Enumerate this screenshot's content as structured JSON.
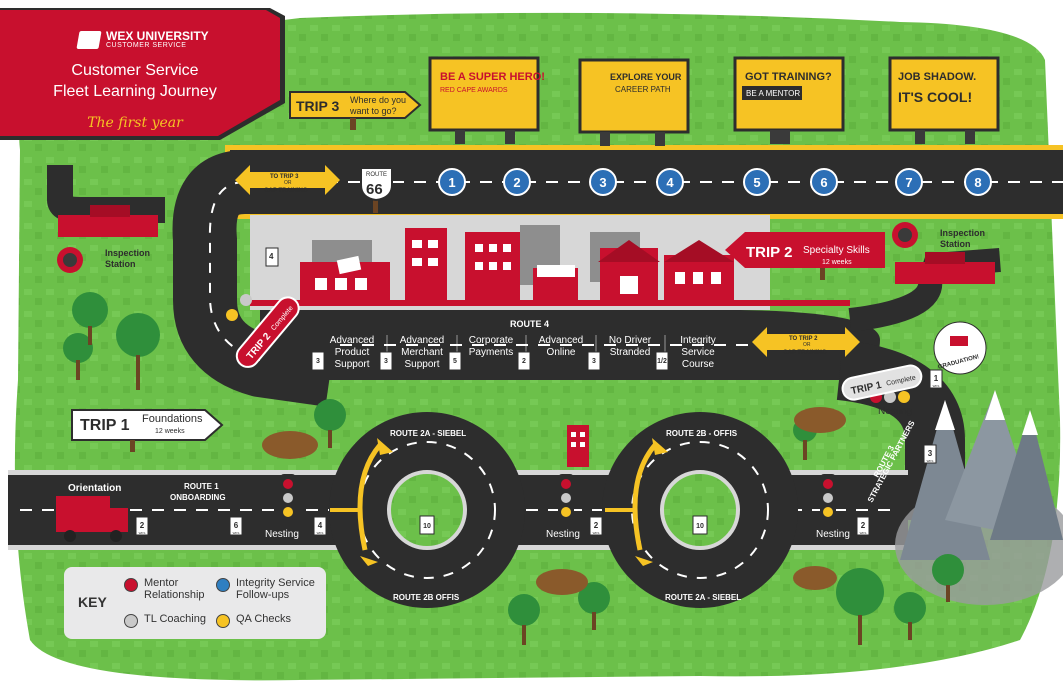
{
  "banner": {
    "brand": "WEX UNIVERSITY",
    "brand_sub": "CUSTOMER SERVICE",
    "title_line1": "Customer Service",
    "title_line2": "Fleet Learning Journey",
    "subtitle": "The first year"
  },
  "trip3_sign": {
    "trip": "TRIP 3",
    "text_line1": "Where do you",
    "text_line2": "want to go?"
  },
  "billboards": [
    {
      "line1": "BE A SUPER HERO!",
      "line2": "RED CAPE AWARDS"
    },
    {
      "line1": "EXPLORE YOUR",
      "line2": "CAREER PATH"
    },
    {
      "line1": "GOT TRAINING?",
      "line2": "BE A MENTOR"
    },
    {
      "line1": "JOB SHADOW.",
      "line2": "IT'S COOL!"
    }
  ],
  "top_road": {
    "to_trip3_line1": "TO TRIP 3",
    "to_trip3_or": "OR",
    "to_trip3_line2": "GAP TRAINING",
    "route_sign_top": "ROUTE",
    "route_sign_num": "66",
    "stops": [
      "1",
      "2",
      "3",
      "4",
      "5",
      "6",
      "7",
      "8"
    ]
  },
  "inspection_left": {
    "line1": "Inspection",
    "line2": "Station"
  },
  "inspection_right": {
    "line1": "Inspection",
    "line2": "Station"
  },
  "trip2_sign": {
    "trip": "TRIP 2",
    "text": "Specialty Skills",
    "sub": "12 weeks"
  },
  "trip2_complete": {
    "trip": "TRIP 2",
    "word": "Complete"
  },
  "route4": {
    "label": "ROUTE 4",
    "courses": [
      {
        "line1": "Advanced",
        "line2": "Product",
        "line3": "Support"
      },
      {
        "line1": "Advanced",
        "line2": "Merchant",
        "line3": "Support"
      },
      {
        "line1": "Corporate",
        "line2": "Payments",
        "line3": ""
      },
      {
        "line1": "Advanced",
        "line2": "Online",
        "line3": ""
      },
      {
        "line1": "No Driver",
        "line2": "Stranded",
        "line3": ""
      },
      {
        "line1": "Integrity",
        "line2": "Service",
        "line3": "Course"
      }
    ],
    "durations": [
      "3",
      "3",
      "5",
      "2",
      "3",
      "1/2"
    ],
    "first_duration": "4"
  },
  "to_trip2": {
    "line1": "TO TRIP 2",
    "or": "OR",
    "line2": "GAP TRAINING"
  },
  "graduation": "GRADUATION!",
  "trip1_complete": {
    "trip": "TRIP 1",
    "word": "Complete"
  },
  "trip1_sign": {
    "trip": "TRIP 1",
    "text": "Foundations",
    "sub": "12 weeks"
  },
  "bottom_road": {
    "orientation": "Orientation",
    "route1_line1": "ROUTE 1",
    "route1_line2": "ONBOARDING",
    "nesting": "Nesting",
    "route2a_top": "ROUTE 2A - SIEBEL",
    "route2b_bottom": "ROUTE 2B OFFIS",
    "route2b_top": "ROUTE 2B - OFFIS",
    "route2a_bottom": "ROUTE 2A - SIEBEL",
    "route3_line1": "ROUTE 3",
    "route3_line2": "STRATEGIC PARTNERS",
    "durations": [
      "2",
      "6",
      "4",
      "2",
      "2",
      "3",
      "1"
    ],
    "round_duration": "10",
    "unit": "WKS"
  },
  "key": {
    "title": "KEY",
    "items": [
      {
        "label_line1": "Mentor",
        "label_line2": "Relationship",
        "color": "#c8102e"
      },
      {
        "label_line1": "Integrity Service",
        "label_line2": "Follow-ups",
        "color": "#2f7fc1"
      },
      {
        "label_line1": "TL Coaching",
        "label_line2": "",
        "color": "#c9c9c9"
      },
      {
        "label_line1": "QA Checks",
        "label_line2": "",
        "color": "#f6c324"
      }
    ]
  },
  "colors": {
    "grass": "#6cc04a",
    "road": "#2d2d2d",
    "brand_red": "#c8102e",
    "yellow": "#f6c324",
    "stop_blue": "#2c6fb6"
  }
}
